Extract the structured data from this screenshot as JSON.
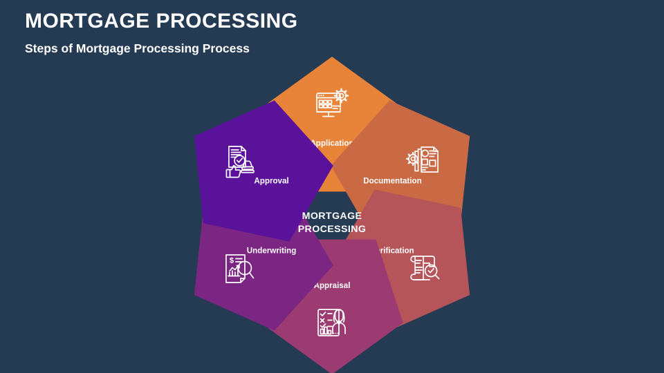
{
  "header": {
    "title": "MORTGAGE PROCESSING",
    "subtitle": "Steps of Mortgage Processing Process"
  },
  "diagram": {
    "center_line1": "MORTGAGE",
    "center_line2": "PROCESSING",
    "background_color": "#253a53",
    "steps": [
      {
        "label": "Application",
        "color": "#e8833a",
        "icon": "monitor-gear-icon"
      },
      {
        "label": "Documentation",
        "color": "#c96a45",
        "icon": "documents-gear-icon"
      },
      {
        "label": "Verification",
        "color": "#b55459",
        "icon": "document-search-check-icon"
      },
      {
        "label": "Appraisal",
        "color": "#9b3b72",
        "icon": "checklist-person-icon"
      },
      {
        "label": "Underwriting",
        "color": "#7b2682",
        "icon": "finance-report-search-icon"
      },
      {
        "label": "Approval",
        "color": "#5b129b",
        "icon": "document-approve-stamp-icon"
      }
    ]
  }
}
